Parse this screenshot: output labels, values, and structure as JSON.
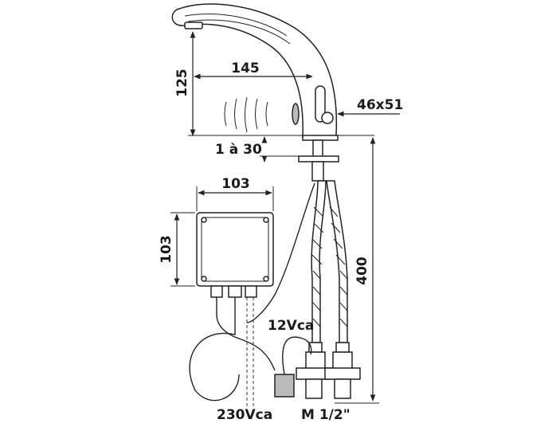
{
  "dimensions": {
    "spout_height": "125",
    "spout_reach": "145",
    "body_size": "46x51",
    "deck_thickness": "1 à 30",
    "box_width": "103",
    "box_height": "103",
    "total_height": "400"
  },
  "connections": {
    "low_voltage": "12Vca",
    "mains": "230Vca",
    "thread": "M 1/2\""
  }
}
